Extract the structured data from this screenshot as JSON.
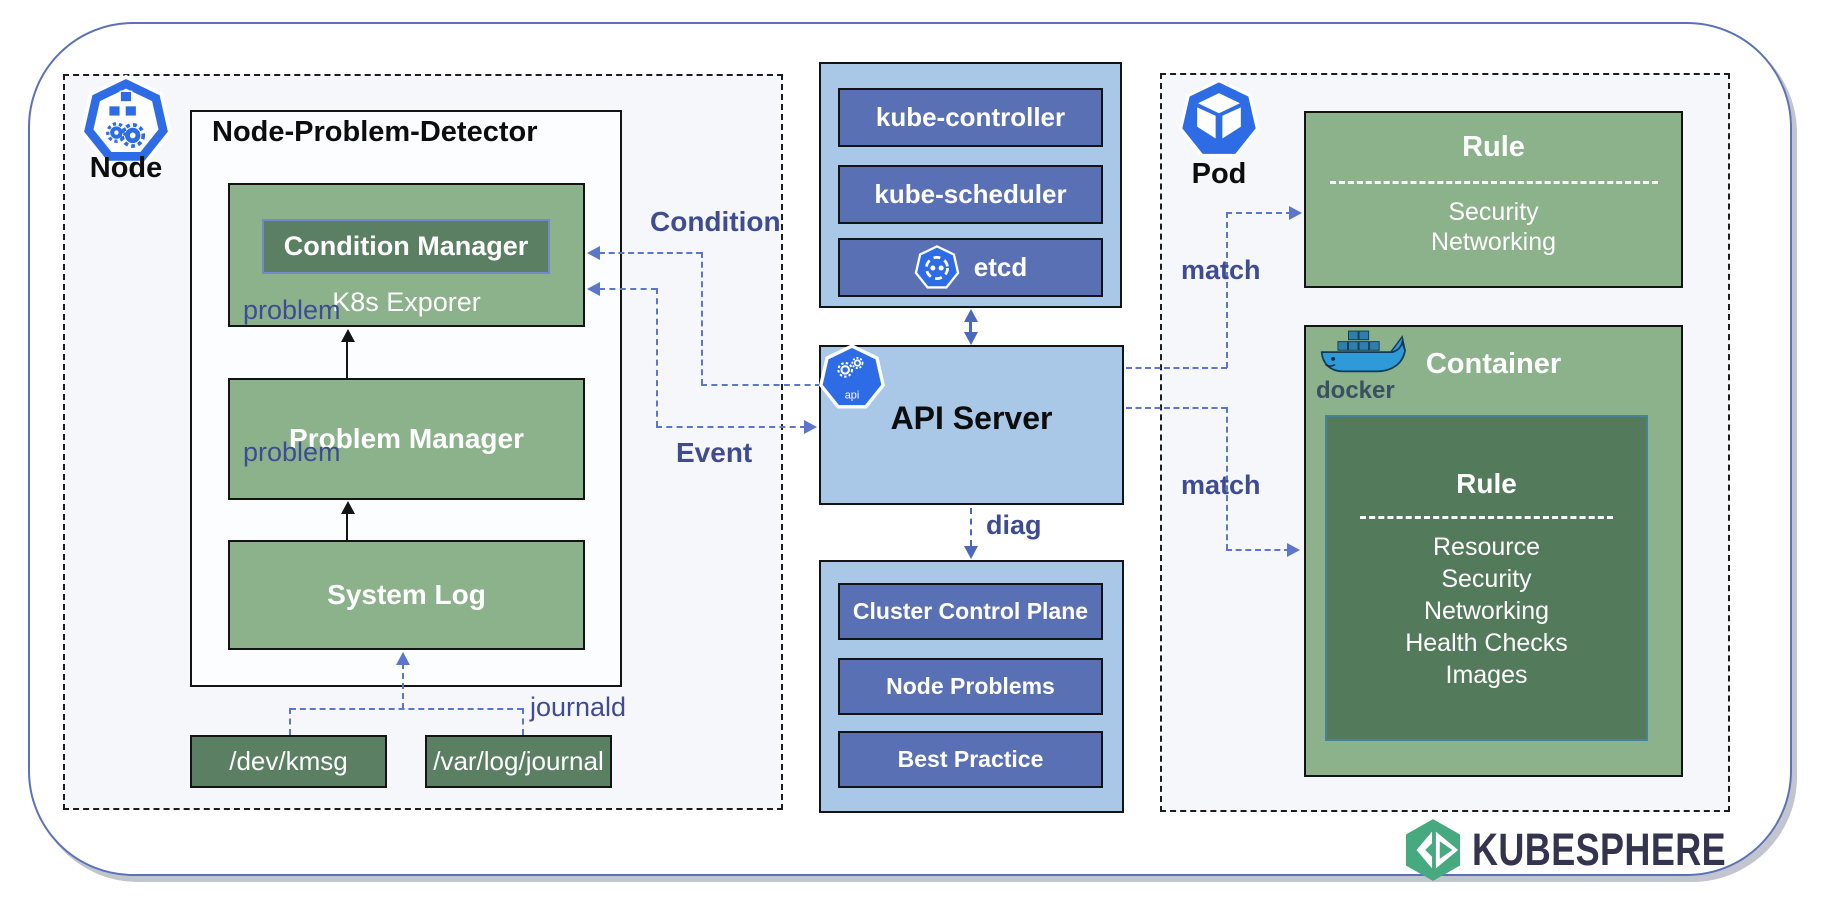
{
  "labels": {
    "condition": "Condition",
    "event": "Event",
    "diag": "diag",
    "match_top": "match",
    "match_bottom": "match",
    "problem_top": "problem",
    "problem_bottom": "problem",
    "journald": "journald"
  },
  "node_section": {
    "icon_label": "Node",
    "detector": {
      "title": "Node-Problem-Detector",
      "condition_manager": "Condition Manager",
      "exporter": "K8s Exporer",
      "problem_manager": "Problem Manager",
      "system_log": "System Log"
    },
    "log_sources": {
      "kmsg": "/dev/kmsg",
      "journal": "/var/log/journal"
    }
  },
  "control_plane": {
    "components": [
      "kube-controller",
      "kube-scheduler",
      "etcd"
    ]
  },
  "api_server": {
    "title": "API Server",
    "icon_label": "api"
  },
  "diagnosis": {
    "items": [
      "Cluster Control Plane",
      "Node Problems",
      "Best Practice"
    ]
  },
  "pod_section": {
    "icon_label": "Pod",
    "pod_rule": {
      "title": "Rule",
      "items": [
        "Security",
        "Networking"
      ]
    },
    "container": {
      "title": "Container",
      "docker_label": "docker",
      "container_rule": {
        "title": "Rule",
        "items": [
          "Resource",
          "Security",
          "Networking",
          "Health Checks",
          "Images"
        ]
      }
    }
  },
  "footer": {
    "brand": "KUBESPHERE"
  },
  "colors": {
    "medium_green": "#8bb28b",
    "dark_green": "#5b7f63",
    "light_blue": "#a9c7e6",
    "indigo_box": "#5a70b4",
    "label_ink": "#3f4c94",
    "dashed_arrow_blue": "#5b76ca",
    "solid_arrow_blue": "#4a69bd",
    "kubernetes_blue": "#2e6ce6",
    "brand_green": "#47a97f",
    "brand_ink": "#34344e"
  }
}
